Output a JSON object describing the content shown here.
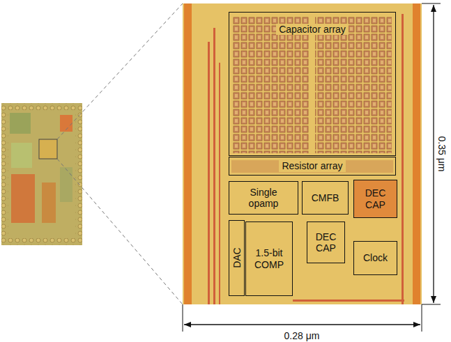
{
  "diagram": {
    "nodes": [
      {
        "text": [
          "Capacitor array"
        ]
      },
      {
        "text": [
          "Resistor array"
        ]
      },
      {
        "text": [
          "Single opamp"
        ]
      },
      {
        "text": [
          "CMFB"
        ]
      },
      {
        "text": [
          "DEC CAP"
        ]
      },
      {
        "text": [
          "DAC"
        ]
      },
      {
        "text": [
          "1.5-bit COMP"
        ]
      },
      {
        "text": [
          "DEC CAP"
        ]
      },
      {
        "text": [
          "Clock"
        ]
      }
    ],
    "labels": [
      "0.35 μm",
      "0.28 μm"
    ]
  }
}
